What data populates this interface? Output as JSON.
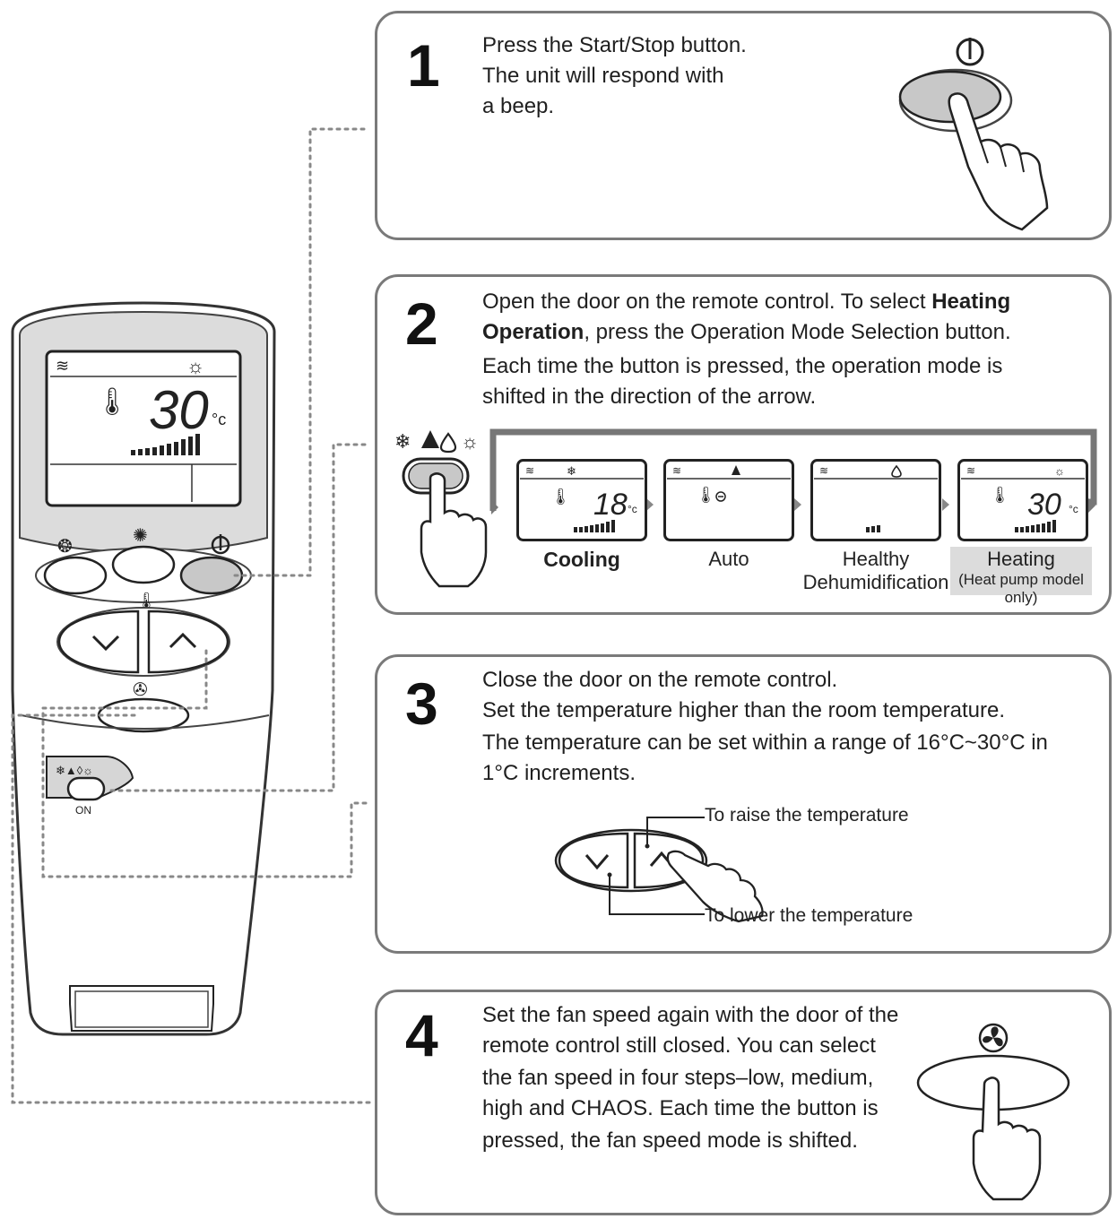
{
  "steps": [
    {
      "number": "1",
      "lines": [
        "Press the Start/Stop button.",
        "The unit will respond with",
        "a beep."
      ]
    },
    {
      "number": "2",
      "line1_pre": "Open the door on the remote control. To select ",
      "line1_bold": "Heating",
      "line2_bold": "Operation",
      "line2_post": ", press the Operation Mode Selection button.",
      "line3": "Each time the button is pressed, the operation mode is",
      "line4": "shifted in the direction of the arrow."
    },
    {
      "number": "3",
      "lines": [
        "Close the door on the remote control.",
        "Set the temperature higher than the room temperature.",
        "The temperature can be set within a range of 16°C~30°C in",
        "1°C increments."
      ]
    },
    {
      "number": "4",
      "lines": [
        "Set the fan speed again with the door of the",
        "remote control still closed. You can select",
        "the fan speed in four steps–low, medium,",
        "high and CHAOS. Each time the button is",
        "pressed, the fan speed mode is shifted."
      ]
    }
  ],
  "modes": [
    {
      "label": "Cooling",
      "sub": "",
      "display_temp": "18"
    },
    {
      "label": "Auto",
      "sub": "",
      "display_temp": ""
    },
    {
      "label": "Healthy",
      "sub": "Dehumidification",
      "display_temp": ""
    },
    {
      "label": "Heating",
      "sub": "(Heat pump model only)",
      "display_temp": "30"
    }
  ],
  "annotations": {
    "raise": "To raise the temperature",
    "lower": "To lower the temperature"
  },
  "remote": {
    "display_temp": "30",
    "unit": "°C",
    "unit_small": "°c",
    "on_label": "ON"
  },
  "colors": {
    "panel_border": "#7a7a7a",
    "highlight": "#dcdcdc",
    "button_grey": "#c8c8c8"
  }
}
